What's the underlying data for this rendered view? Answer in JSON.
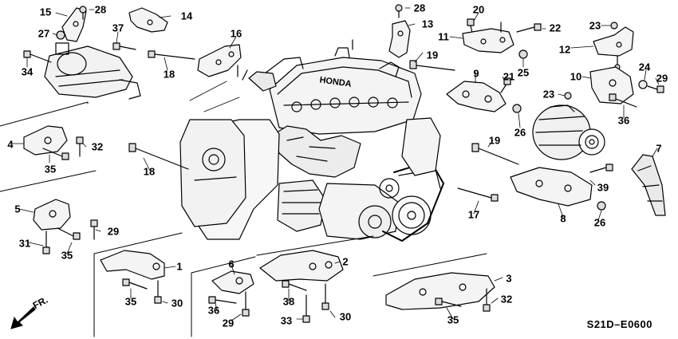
{
  "diagram_code": "S21D–E0600",
  "front_label": "FR.",
  "callouts": [
    {
      "id": "c15",
      "text": "15"
    },
    {
      "id": "c28a",
      "text": "28"
    },
    {
      "id": "c14",
      "text": "14"
    },
    {
      "id": "c27",
      "text": "27"
    },
    {
      "id": "c37",
      "text": "37"
    },
    {
      "id": "c16",
      "text": "16"
    },
    {
      "id": "c34",
      "text": "34"
    },
    {
      "id": "c18a",
      "text": "18"
    },
    {
      "id": "c28b",
      "text": "28"
    },
    {
      "id": "c13",
      "text": "13"
    },
    {
      "id": "c19a",
      "text": "19"
    },
    {
      "id": "c20",
      "text": "20"
    },
    {
      "id": "c11",
      "text": "11"
    },
    {
      "id": "c22",
      "text": "22"
    },
    {
      "id": "c25",
      "text": "25"
    },
    {
      "id": "c9",
      "text": "9"
    },
    {
      "id": "c21",
      "text": "21"
    },
    {
      "id": "c26a",
      "text": "26"
    },
    {
      "id": "c23a",
      "text": "23"
    },
    {
      "id": "c12",
      "text": "12"
    },
    {
      "id": "c10",
      "text": "10"
    },
    {
      "id": "c24",
      "text": "24"
    },
    {
      "id": "c29a",
      "text": "29"
    },
    {
      "id": "c23b",
      "text": "23"
    },
    {
      "id": "c36a",
      "text": "36"
    },
    {
      "id": "c4",
      "text": "4"
    },
    {
      "id": "c32a",
      "text": "32"
    },
    {
      "id": "c35a",
      "text": "35"
    },
    {
      "id": "c18b",
      "text": "18"
    },
    {
      "id": "c19b",
      "text": "19"
    },
    {
      "id": "c7",
      "text": "7"
    },
    {
      "id": "c39",
      "text": "39"
    },
    {
      "id": "c17",
      "text": "17"
    },
    {
      "id": "c8",
      "text": "8"
    },
    {
      "id": "c26b",
      "text": "26"
    },
    {
      "id": "c5",
      "text": "5"
    },
    {
      "id": "c29b",
      "text": "29"
    },
    {
      "id": "c31",
      "text": "31"
    },
    {
      "id": "c35b",
      "text": "35"
    },
    {
      "id": "c1",
      "text": "1"
    },
    {
      "id": "c35c",
      "text": "35"
    },
    {
      "id": "c30a",
      "text": "30"
    },
    {
      "id": "c6",
      "text": "6"
    },
    {
      "id": "c36b",
      "text": "36"
    },
    {
      "id": "c29c",
      "text": "29"
    },
    {
      "id": "c2",
      "text": "2"
    },
    {
      "id": "c38",
      "text": "38"
    },
    {
      "id": "c33",
      "text": "33"
    },
    {
      "id": "c30b",
      "text": "30"
    },
    {
      "id": "c3",
      "text": "3"
    },
    {
      "id": "c32b",
      "text": "32"
    },
    {
      "id": "c35d",
      "text": "35"
    }
  ]
}
